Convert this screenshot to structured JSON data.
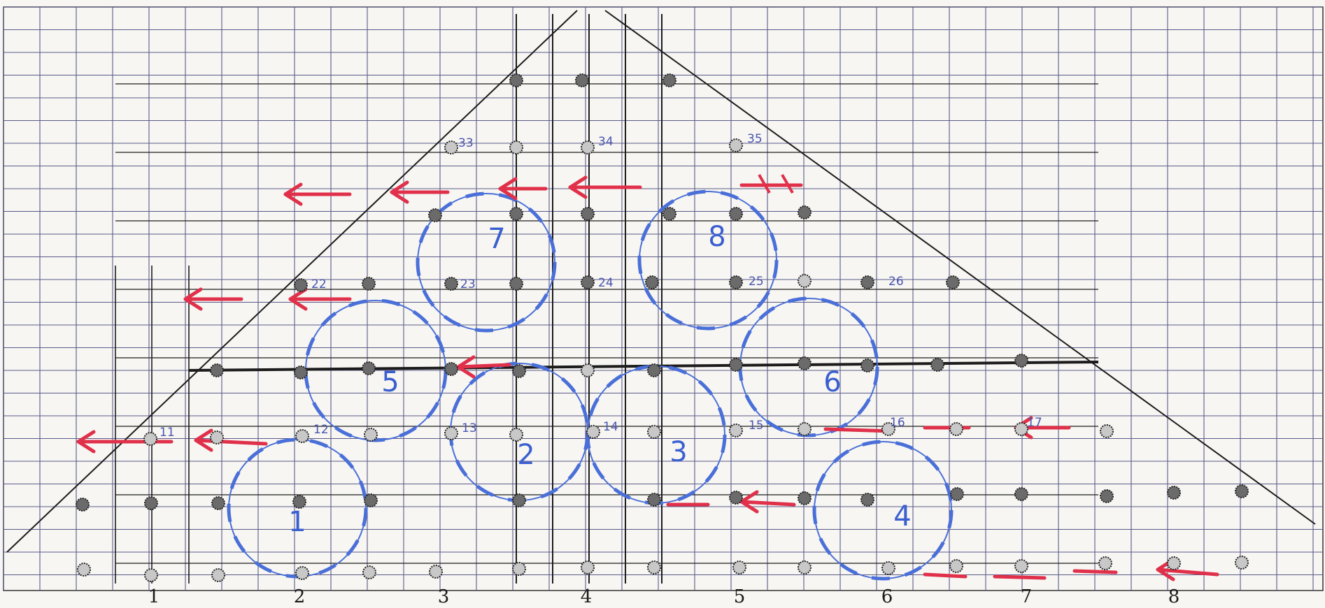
{
  "x_axis_labels": [
    "1",
    "2",
    "3",
    "4",
    "5",
    "6",
    "7",
    "8"
  ],
  "point_labels": [
    "11",
    "12",
    "13",
    "14",
    "15",
    "16",
    "17",
    "22",
    "23",
    "24",
    "25",
    "26",
    "33",
    "34",
    "35"
  ],
  "circle_labels": [
    "1",
    "2",
    "3",
    "4",
    "5",
    "6",
    "7",
    "8"
  ],
  "colors": {
    "grid_color": "#5a5a8a",
    "grid_line": "#1c1c1c",
    "dot_fill": "#6b6b6b",
    "dot_fill_light": "#c8c8c8",
    "circle_stroke": "#4a6fd8",
    "arrow_color": "#e0304a",
    "label_color": "#4a55b0"
  }
}
